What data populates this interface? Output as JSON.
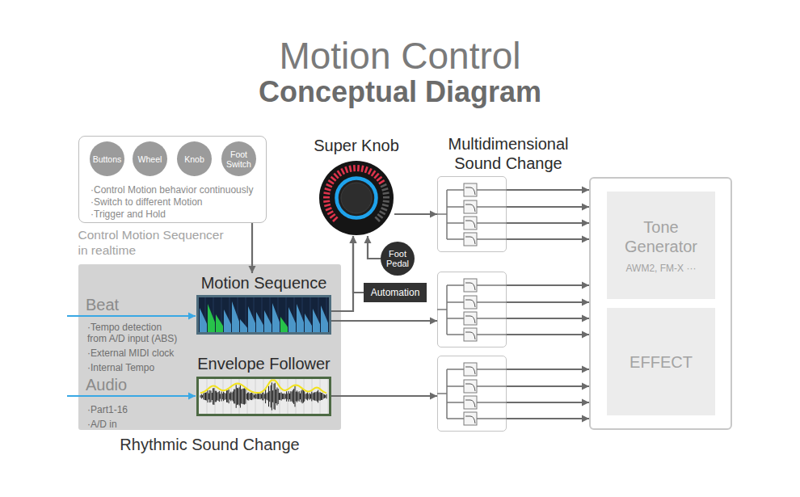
{
  "diagram": {
    "title": "Motion Control",
    "nodes": [
      {
        "text": [
          "·Control Motion behavior continuously",
          "·Switch to different Motion",
          "·Trigger and Hold",
          "Control Motion Sequencer in realtime"
        ]
      },
      {
        "text": [
          "Buttons"
        ],
        "in": 0
      },
      {
        "text": [
          "Wheel"
        ],
        "in": 0
      },
      {
        "text": [
          "Knob"
        ],
        "in": 0
      },
      {
        "text": [
          "Foot Switch"
        ],
        "in": 0
      },
      {
        "text": [
          "Super Knob"
        ]
      },
      {
        "text": [
          "Multidimensional Sound Change"
        ]
      },
      {
        "text": []
      },
      {
        "text": [
          "Tone Generator",
          "AWM2, FM-X ···"
        ],
        "in": 7
      },
      {
        "text": [
          "Foot Pedal"
        ]
      },
      {
        "text": [
          "Automation"
        ]
      },
      {
        "text": []
      },
      {
        "text": [
          "Beat",
          "·Tempo detection from A/D input (ABS)",
          "·External MIDI clock",
          "·Internal Tempo",
          "Audio",
          "·Part1-16",
          "·A/D in",
          "Rhythmic Sound Change"
        ]
      },
      {
        "text": [
          "Motion Sequence"
        ],
        "in": 12
      },
      {
        "text": [
          "Envelope Follower"
        ],
        "in": 12
      },
      {
        "text": [
          "EFFECT"
        ],
        "in": 7
      },
      {
        "text": []
      }
    ],
    "edges": [
      {
        "from": 0,
        "to": 13,
        "arrow": "to"
      },
      {
        "from": 13,
        "to": 5,
        "arrow": "to"
      },
      {
        "from": 9,
        "to": 5,
        "arrow": "to"
      },
      {
        "from": 10,
        "to": 5,
        "arrow": "to"
      },
      {
        "from": 5,
        "to": 6,
        "arrow": "to"
      },
      {
        "from": 13,
        "to": 11,
        "arrow": "to"
      },
      {
        "from": 14,
        "to": 16,
        "arrow": "to"
      },
      {
        "from": 6,
        "to": 7,
        "arrow": "to"
      },
      {
        "from": 11,
        "to": 7,
        "arrow": "to"
      },
      {
        "from": 16,
        "to": 7,
        "arrow": "to"
      }
    ],
    "labels": [
      "Conceptual Diagram"
    ]
  }
}
